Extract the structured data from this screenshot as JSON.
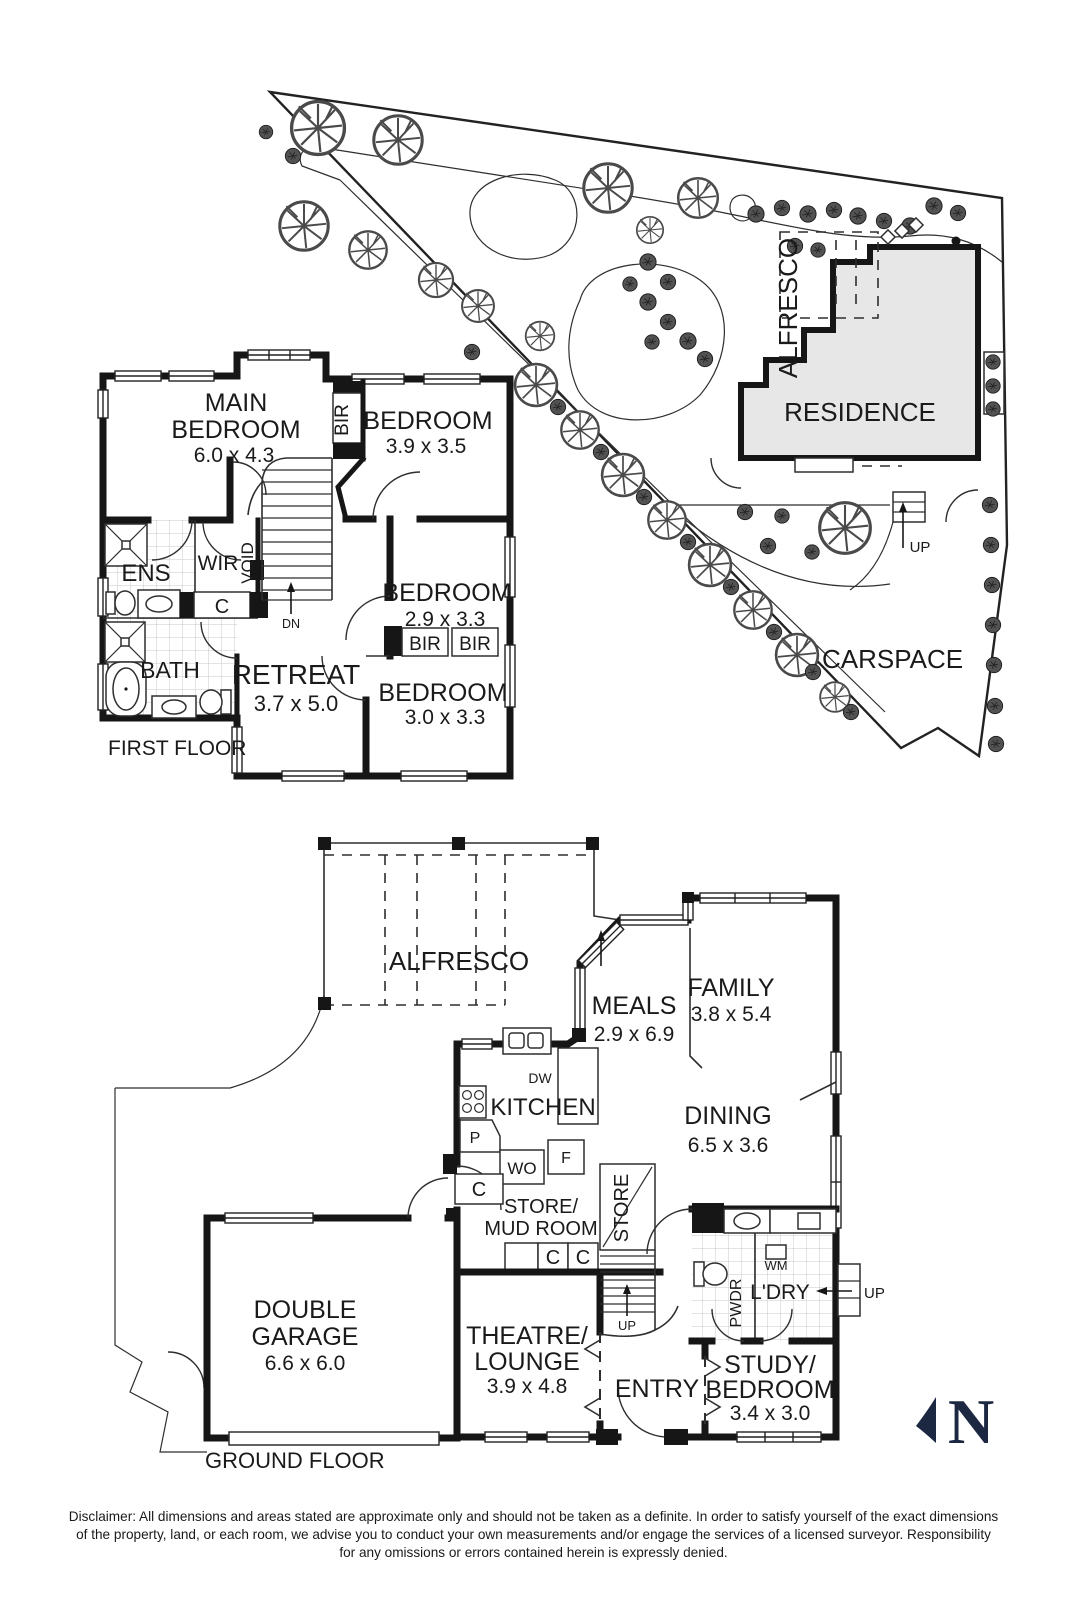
{
  "site_plan": {
    "alfresco": "ALFRESCO",
    "residence": "RESIDENCE",
    "carspace": "CARSPACE",
    "up": "UP"
  },
  "first_floor": {
    "title": "FIRST FLOOR",
    "main_bedroom": {
      "line1": "MAIN",
      "line2": "BEDROOM",
      "dims": "6.0 x 4.3"
    },
    "bedroom_top": {
      "name": "BEDROOM",
      "dims": "3.9 x 3.5"
    },
    "bedroom_mid": {
      "name": "BEDROOM",
      "dims": "2.9 x 3.3"
    },
    "bedroom_bottom": {
      "name": "BEDROOM",
      "dims": "3.0 x 3.3"
    },
    "retreat": {
      "name": "RETREAT",
      "dims": "3.7 x 5.0"
    },
    "ens": "ENS",
    "wir": "WIR",
    "bath": "BATH",
    "void": "VOID",
    "dn": "DN",
    "c": "C",
    "bir_top": "BIR",
    "bir_left": "BIR",
    "bir_right": "BIR"
  },
  "ground_floor": {
    "title": "GROUND FLOOR",
    "alfresco": "ALFRESCO",
    "meals": {
      "name": "MEALS",
      "dims": "2.9 x 6.9"
    },
    "family": {
      "name": "FAMILY",
      "dims": "3.8 x 5.4"
    },
    "kitchen": "KITCHEN",
    "dining": {
      "name": "DINING",
      "dims": "6.5 x 3.6"
    },
    "dw": "DW",
    "p": "P",
    "wo": "WO",
    "f": "F",
    "c_kitchen": "C",
    "store_mud_line1": "STORE/",
    "store_mud_line2": "MUD ROOM",
    "c1": "C",
    "c2": "C",
    "store": "STORE",
    "wm": "WM",
    "ldry": "L'DRY",
    "pwdr": "PWDR",
    "up_entry": "UP",
    "up_stairs": "UP",
    "garage": {
      "line1": "DOUBLE",
      "line2": "GARAGE",
      "dims": "6.6 x 6.0"
    },
    "theatre": {
      "line1": "THEATRE/",
      "line2": "LOUNGE",
      "dims": "3.9 x 4.8"
    },
    "entry": "ENTRY",
    "study": {
      "line1": "STUDY/",
      "line2": "BEDROOM",
      "dims": "3.4 x 3.0"
    }
  },
  "compass": {
    "north": "N"
  },
  "disclaimer": {
    "line1": "Disclaimer: All dimensions and areas stated are approximate only and should not be taken as a definite. In order to satisfy yourself of the exact dimensions",
    "line2": "of the property, land, or each room, we advise you to conduct your own measurements and/or engage the services of a licensed surveyor. Responsibility",
    "line3": "for any omissions or errors contained herein is expressly denied."
  },
  "colors": {
    "wall": "#161616",
    "residence_fill": "#e7e7e7",
    "north_arrow": "#1c2742",
    "text": "#1a1a1a"
  }
}
